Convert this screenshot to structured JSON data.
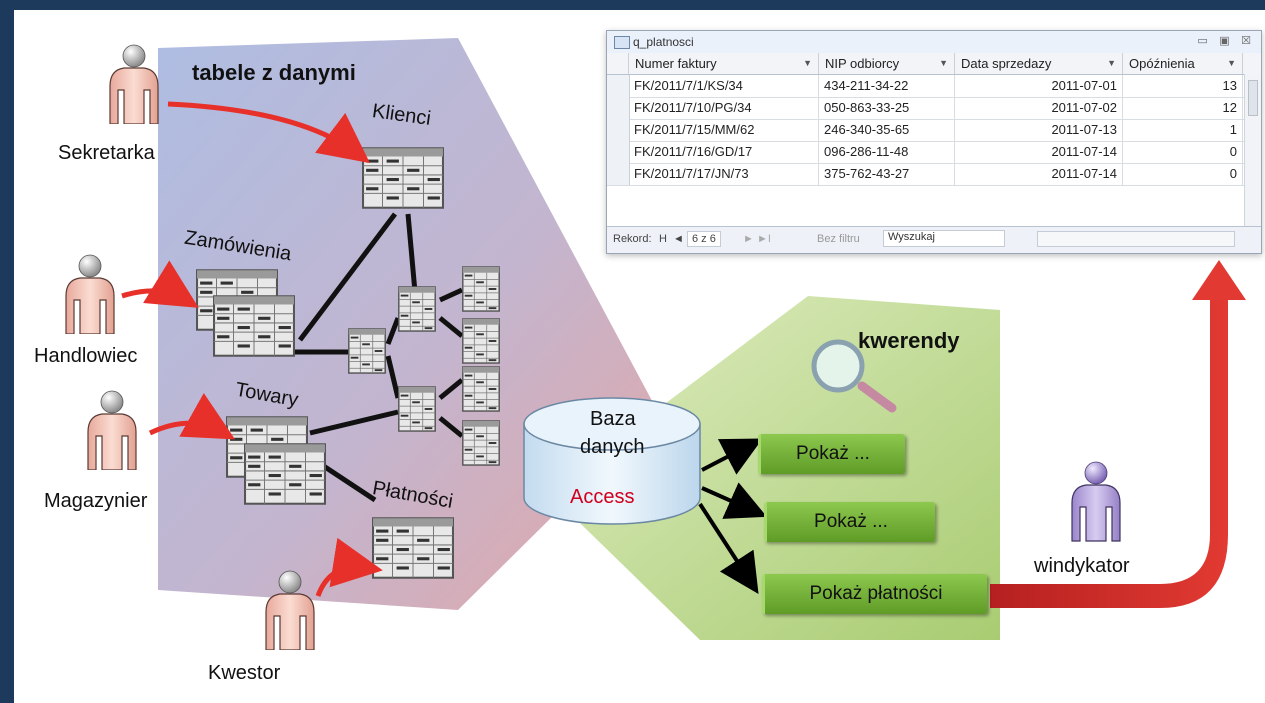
{
  "section_labels": {
    "tables": "tabele z danymi",
    "queries": "kwerendy"
  },
  "tables": [
    "Klienci",
    "Zamówienia",
    "Towary",
    "Płatności"
  ],
  "people": {
    "sekretarka": "Sekretarka",
    "handlowiec": "Handlowiec",
    "magazynier": "Magazynier",
    "kwestor": "Kwestor",
    "windykator": "windykator"
  },
  "database": {
    "line1": "Baza",
    "line2": "danych",
    "product": "Access"
  },
  "queries": [
    "Pokaż ...",
    "Pokaż ...",
    "Pokaż płatności"
  ],
  "access_window": {
    "title": "q_platnosci",
    "window_controls": "▭ ▣ ☒",
    "columns": [
      "Numer faktury",
      "NIP odbiorcy",
      "Data sprzedazy",
      "Opóźnienia"
    ],
    "rows": [
      [
        "FK/2011/7/1/KS/34",
        "434-211-34-22",
        "2011-07-01",
        "13"
      ],
      [
        "FK/2011/7/10/PG/34",
        "050-863-33-25",
        "2011-07-02",
        "12"
      ],
      [
        "FK/2011/7/15/MM/62",
        "246-340-35-65",
        "2011-07-13",
        "1"
      ],
      [
        "FK/2011/7/16/GD/17",
        "096-286-11-48",
        "2011-07-14",
        "0"
      ],
      [
        "FK/2011/7/17/JN/73",
        "375-762-43-27",
        "2011-07-14",
        "0"
      ]
    ],
    "nav": {
      "record_label": "Rekord:",
      "first": "H",
      "prev": "◄",
      "position": "6 z 6",
      "next": "►",
      "last": "►I",
      "filter": "Bez filtru",
      "search": "Wyszukaj"
    }
  },
  "colors": {
    "tables_panel": "#b8c2dc",
    "queries_panel": "#c9df9e",
    "person_figure": "#f3c4b8",
    "windykator_figure": "#b7a6dc",
    "arrow_red": "#e8302a",
    "query_button": "#6fae36",
    "database": "#d6e8f5",
    "access_text": "#d0001c"
  }
}
